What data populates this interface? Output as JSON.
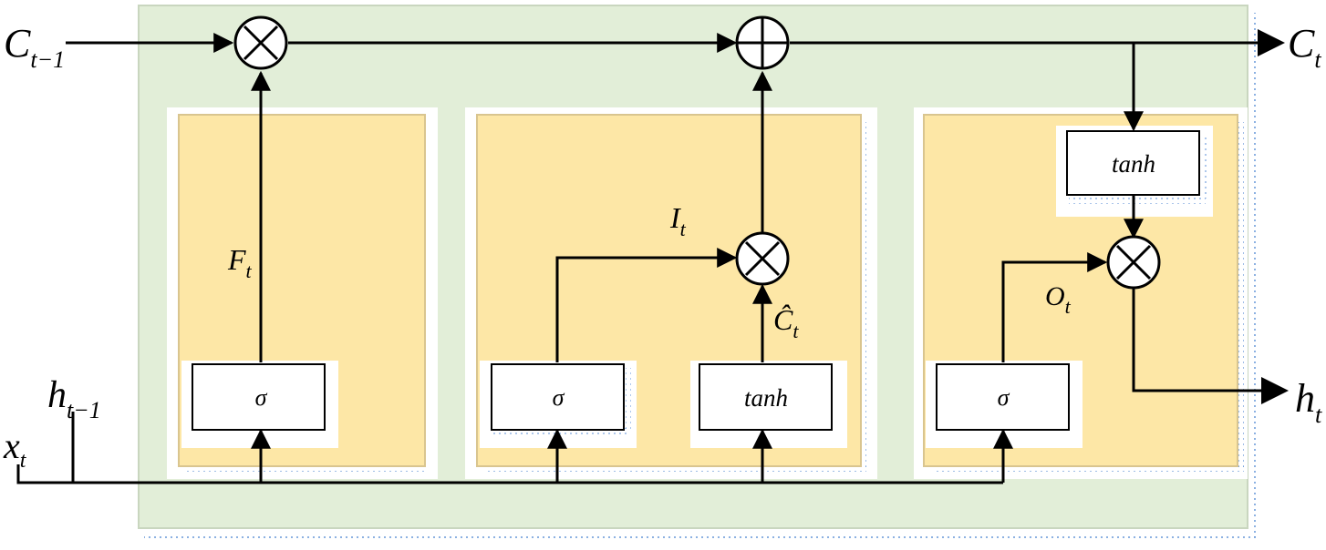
{
  "inputs": {
    "c_prev": {
      "main": "C",
      "sub": "t−1"
    },
    "h_prev": {
      "main": "h",
      "sub": "t−1"
    },
    "x_t": {
      "main": "x",
      "sub": "t"
    }
  },
  "outputs": {
    "c_t": {
      "main": "C",
      "sub": "t"
    },
    "h_t": {
      "main": "h",
      "sub": "t"
    }
  },
  "signals": {
    "forget": {
      "main": "F",
      "sub": "t"
    },
    "input": {
      "main": "I",
      "sub": "t"
    },
    "candidate": {
      "main": "Ĉ",
      "sub": "t"
    },
    "output": {
      "main": "O",
      "sub": "t"
    }
  },
  "gates": {
    "forget_sigma": "σ",
    "input_sigma": "σ",
    "candidate_tanh": "tanh",
    "output_sigma": "σ",
    "cell_tanh": "tanh"
  },
  "operators": {
    "multiply": "⊗",
    "add": "⊕"
  },
  "colors": {
    "cell_background": "#e2eed8",
    "cell_border": "#c9d6bf",
    "gate_panel": "#fde7a6",
    "gate_panel_border": "#d9c58f",
    "box_fill": "#ffffff",
    "line": "#000000",
    "shadow_dots": "#5b8fd6"
  }
}
